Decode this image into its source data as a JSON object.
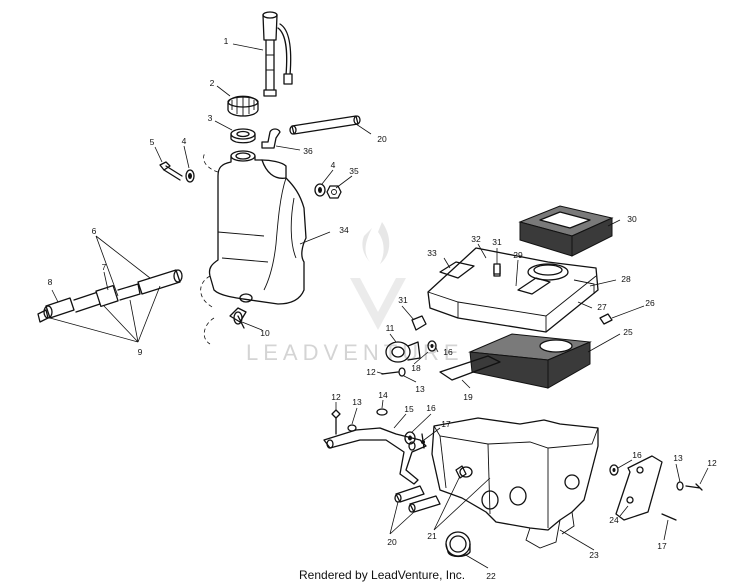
{
  "diagram": {
    "callouts": [
      "1",
      "2",
      "3",
      "4",
      "5",
      "36",
      "20",
      "4",
      "35",
      "34",
      "6",
      "7",
      "8",
      "9",
      "10",
      "33",
      "32",
      "31",
      "29",
      "30",
      "28",
      "27",
      "26",
      "25",
      "31",
      "11",
      "16",
      "18",
      "12",
      "13",
      "19",
      "12",
      "13",
      "14",
      "15",
      "16",
      "17",
      "16",
      "13",
      "12",
      "24",
      "17",
      "20",
      "21",
      "22",
      "23"
    ],
    "credit": "Rendered by LeadVenture, Inc.",
    "watermark": "LEADVENTURE"
  }
}
